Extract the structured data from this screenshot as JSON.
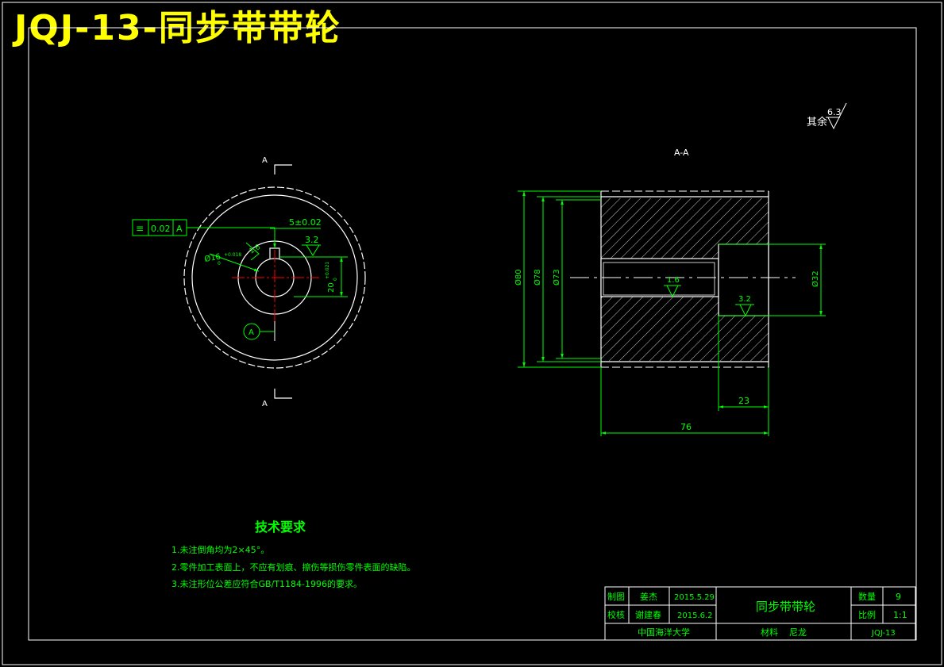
{
  "drawing_title": "JQJ-13-同步带带轮",
  "roughness_note": {
    "prefix": "其余",
    "value": "6.3"
  },
  "section_label": "A-A",
  "cut_marks": {
    "top": "A",
    "bottom": "A"
  },
  "datum_label": "A",
  "front_view": {
    "tolerance_frame": {
      "symbol": "≡",
      "value": "0.02",
      "datum": "A"
    },
    "keyway_width": "5±0.02",
    "bore_dim": "Ø16",
    "bore_tol_upper": "+0.018",
    "bore_tol_lower": "0",
    "roughness_bore": "1.6",
    "roughness_key": "3.2",
    "keyway_depth": "20",
    "keyway_depth_tol_upper": "+0.021",
    "keyway_depth_tol_lower": "0"
  },
  "section_view": {
    "dia_outer": "Ø80",
    "dia_78": "Ø78",
    "dia_73": "Ø73",
    "dia_bore": "Ø32",
    "roughness_bore": "1.6",
    "roughness_counterbore": "3.2",
    "length_counterbore": "23",
    "length_total": "76"
  },
  "tech_requirements": {
    "heading": "技术要求",
    "items": [
      "1.未注倒角均为2×45°。",
      "2.零件加工表面上，不应有划痕、擦伤等损伤零件表面的缺陷。",
      "3.未注形位公差应符合GB/T1184-1996的要求。"
    ]
  },
  "title_block": {
    "drawn_label": "制图",
    "drawn_name": "姜杰",
    "drawn_date": "2015.5.29",
    "check_label": "校核",
    "check_name": "谢建春",
    "check_date": "2015.6.2",
    "part_name": "同步带带轮",
    "qty_label": "数量",
    "qty_value": "9",
    "scale_label": "比例",
    "scale_value": "1:1",
    "school": "中国海洋大学",
    "material_label": "材料",
    "material_value": "尼龙",
    "drawing_no": "JQJ-13"
  },
  "colors": {
    "background": "#000000",
    "outline": "#ffffff",
    "dimension": "#00ff00",
    "centerline": "#ff0000",
    "title": "#ffff00"
  }
}
